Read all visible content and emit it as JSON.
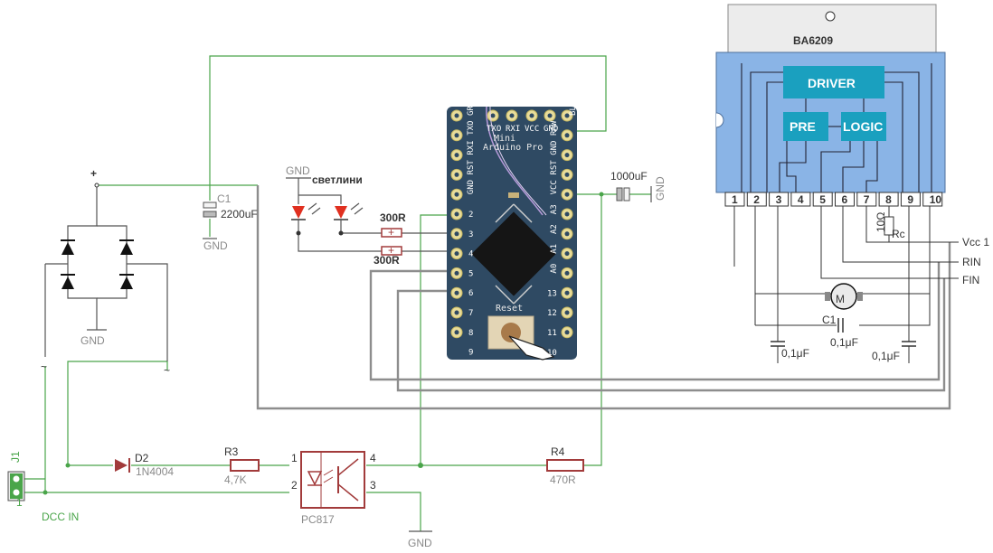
{
  "labels": {
    "plus": "+",
    "ac_left": "~",
    "ac_right": "~",
    "gnd_bridge": "GND",
    "c1_ref": "C1",
    "c1_val": "2200uF",
    "c1_gnd": "GND",
    "led_gnd": "GND",
    "led_title": "светлини",
    "r_led1": "300R",
    "r_led2": "300R",
    "cap_1000": "1000uF",
    "cap_1000_gnd": "GND",
    "j1": "J1",
    "j1_pin": "1",
    "dcc_in": "DCC IN",
    "d2_ref": "D2",
    "d2_val": "1N4004",
    "r3_ref": "R3",
    "r3_val": "4,7K",
    "opto_pin1": "1",
    "opto_pin2": "2",
    "opto_pin3": "3",
    "opto_pin4": "4",
    "opto_name": "PC817",
    "opto_gnd": "GND",
    "r4_ref": "R4",
    "r4_val": "470R",
    "chip_name": "BA6209",
    "block_driver": "DRIVER",
    "block_pre": "PRE",
    "block_logic": "LOGIC",
    "motor": "M",
    "motor_c1": "C1",
    "cap_pin3": "0,1μF",
    "cap_mid": "0,1μF",
    "cap_pin9": "0,1μF",
    "res_10": "10Ω",
    "rc": "Rc",
    "vcc": "Vcc 1",
    "rin": "RIN",
    "fin": "FIN",
    "plus_sign1": "+",
    "plus_sign2": "+"
  },
  "chip_pins": [
    "1",
    "2",
    "3",
    "4",
    "5",
    "6",
    "7",
    "8",
    "9",
    "10"
  ],
  "arduino": {
    "title_line1": "Mini",
    "title_line2": "Arduino Pro",
    "reset": "Reset",
    "top_pins": [
      "TXO",
      "RXI",
      "VCC",
      "GND"
    ],
    "top_right": "BLK",
    "left_pins": [
      "GRN",
      "TXO",
      "RXI",
      "RST",
      "GND",
      "2",
      "3",
      "4",
      "5",
      "6",
      "7",
      "8",
      "9"
    ],
    "right_pins": [
      "RAW",
      "GND",
      "RST",
      "VCC",
      "A3",
      "A2",
      "A1",
      "A0",
      "13",
      "12",
      "11",
      "10"
    ]
  },
  "colors": {
    "wire_green": "#4aa54a",
    "wire_gray": "#8d8d8d",
    "board_navy": "#2f4a63",
    "chip_blue": "#8ab4e6",
    "block_teal": "#1aa0bf",
    "opto_red": "#a23b3b",
    "led_red": "#e03020"
  }
}
